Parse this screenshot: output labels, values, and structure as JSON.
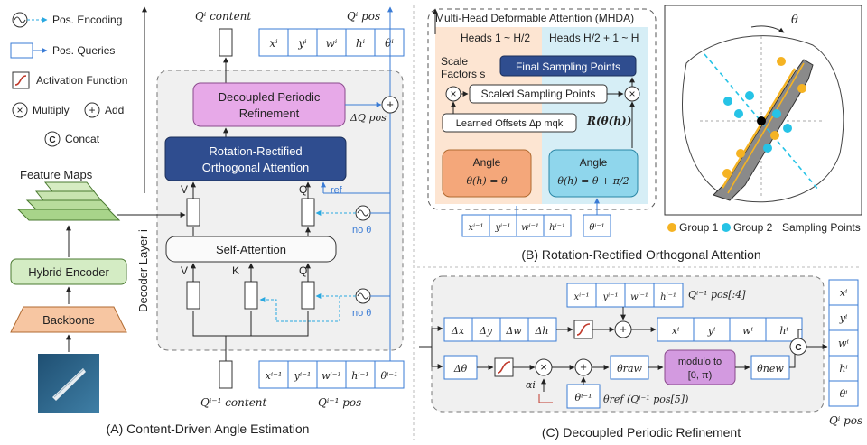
{
  "legend": {
    "pos_encoding": "Pos. Encoding",
    "pos_queries": "Pos. Queries",
    "activation": "Activation Function",
    "multiply": "Multiply",
    "add": "Add",
    "concat": "Concat",
    "multiply_symbol": "×",
    "add_symbol": "+",
    "concat_symbol": "C"
  },
  "panel_a": {
    "caption": "(A) Content-Driven Angle Estimation",
    "feature_maps": "Feature Maps",
    "hybrid_encoder": "Hybrid Encoder",
    "backbone": "Backbone",
    "decoder_layer": "Decoder Layer i",
    "q_content_out": "Qⁱ content",
    "q_pos_out": "Qⁱ pos",
    "q_content_in": "Qⁱ⁻¹ content",
    "q_pos_in": "Qⁱ⁻¹ pos",
    "pos_out": [
      "xⁱ",
      "yⁱ",
      "wⁱ",
      "hⁱ",
      "θⁱ"
    ],
    "pos_in": [
      "xⁱ⁻¹",
      "yⁱ⁻¹",
      "wⁱ⁻¹",
      "hⁱ⁻¹",
      "θⁱ⁻¹"
    ],
    "dpr_line1": "Decoupled Periodic",
    "dpr_line2": "Refinement",
    "delta_q": "ΔQ pos",
    "rroa_line1": "Rotation-Rectified",
    "rroa_line2": "Orthogonal Attention",
    "v1": "V",
    "q1": "Q",
    "ref": "ref",
    "no_theta_1": "no θ",
    "self_attention": "Self-Attention",
    "v2": "V",
    "k2": "K",
    "q2": "Q",
    "no_theta_2": "no θ"
  },
  "panel_b": {
    "caption": "(B) Rotation-Rectified Orthogonal Attention",
    "mhda": "Multi-Head Deformable Attention (MHDA)",
    "heads_left": "Heads 1 ~ H/2",
    "heads_right": "Heads H/2 + 1 ~ H",
    "scale": "Scale",
    "factors": "Factors s",
    "final_sampling": "Final Sampling Points",
    "scaled_sampling": "Scaled Sampling Points",
    "learned_offsets": "Learned Offsets Δp mqk",
    "rotation": "R(θ(h))",
    "angle": "Angle",
    "angle_left": "θ(h) = θ",
    "angle_right": "θ(h) = θ + π/2",
    "inputs": [
      "xⁱ⁻¹",
      "yⁱ⁻¹",
      "wⁱ⁻¹",
      "hⁱ⁻¹"
    ],
    "theta_input": "θⁱ⁻¹",
    "theta": "θ",
    "group1": "Group 1",
    "group2": "Group 2",
    "sampling_points": "Sampling Points"
  },
  "panel_c": {
    "caption": "(C) Decoupled Periodic Refinement",
    "deltas": [
      "Δx",
      "Δy",
      "Δw",
      "Δh"
    ],
    "prev": [
      "xⁱ⁻¹",
      "yⁱ⁻¹",
      "wⁱ⁻¹",
      "hⁱ⁻¹"
    ],
    "q_pos_sub": "Qⁱ⁻¹ pos[:4]",
    "new_vals": [
      "xⁱ",
      "yⁱ",
      "wⁱ",
      "hⁱ"
    ],
    "delta_theta": "Δθ",
    "alpha": "αi",
    "theta_prev": "θⁱ⁻¹",
    "theta_raw": "θraw",
    "modulo_line1": "modulo to",
    "modulo_line2": "[0, π)",
    "theta_new": "θnew",
    "theta_ref": "θref (Qⁱ⁻¹ pos[5])",
    "outputs": [
      "xⁱ",
      "yⁱ",
      "wⁱ",
      "hⁱ",
      "θⁱ"
    ],
    "q_pos_out": "Qⁱ pos"
  },
  "colors": {
    "blue_arrow": "#3a7bd5",
    "cyan_dash": "#29a8e0",
    "dpr_fill": "#e7a9e8",
    "rroa_fill": "#2f4d8f",
    "encoder_fill": "#d4ecc4",
    "backbone_fill": "#f7c6a2",
    "angle_left_fill": "#f4a77a",
    "angle_right_fill": "#8fd6ec",
    "panel_gray": "#f0f0f0",
    "orange_bg": "#fde5d2",
    "blue_bg": "#d6eef6",
    "modulo_fill": "#d39ae0",
    "group1": "#f5b323",
    "group2": "#26c3e6"
  }
}
